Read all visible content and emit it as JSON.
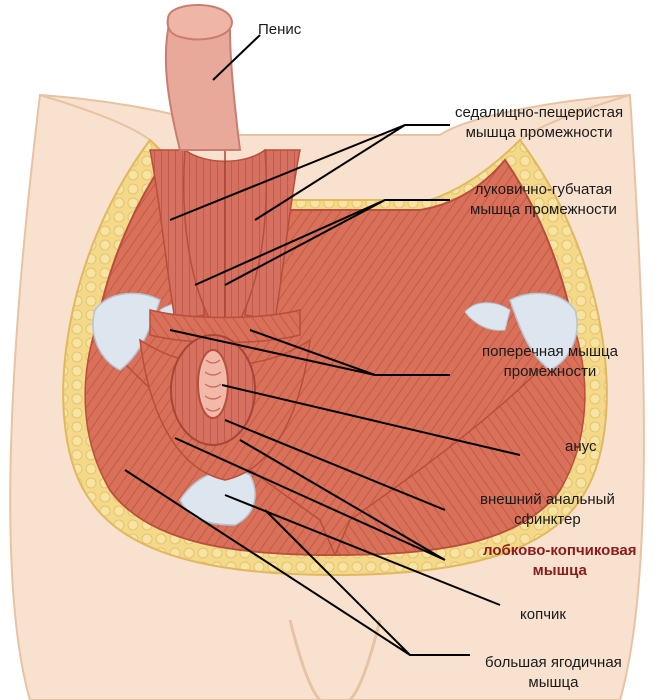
{
  "labels": {
    "penis": [
      "Пенис"
    ],
    "ischiocavernosus": [
      "седалищно-пещеристая",
      "мышца промежности"
    ],
    "bulbospongiosus": [
      "луковично-губчатая",
      "мышца промежности"
    ],
    "transverse_perineal": [
      "поперечная мышца",
      "промежности"
    ],
    "anus": [
      "анус"
    ],
    "external_anal_sphincter": [
      "внешний анальный",
      "сфинктер"
    ],
    "pubococcygeus": [
      "лобково-копчиковая",
      "мышца"
    ],
    "coccyx": [
      "копчик"
    ],
    "gluteus_maximus": [
      "большая ягодичная",
      "мышца"
    ]
  },
  "colors": {
    "skin": "#f8e2cf",
    "skin_edge": "#e8c3a3",
    "fat": "#f4d98a",
    "muscle": "#d9705a",
    "muscle_dark": "#b94e3c",
    "membrane": "#dde5ee",
    "penis": "#e9a99a",
    "highlight_label": "#8b1a1a",
    "leader": "#000000"
  }
}
